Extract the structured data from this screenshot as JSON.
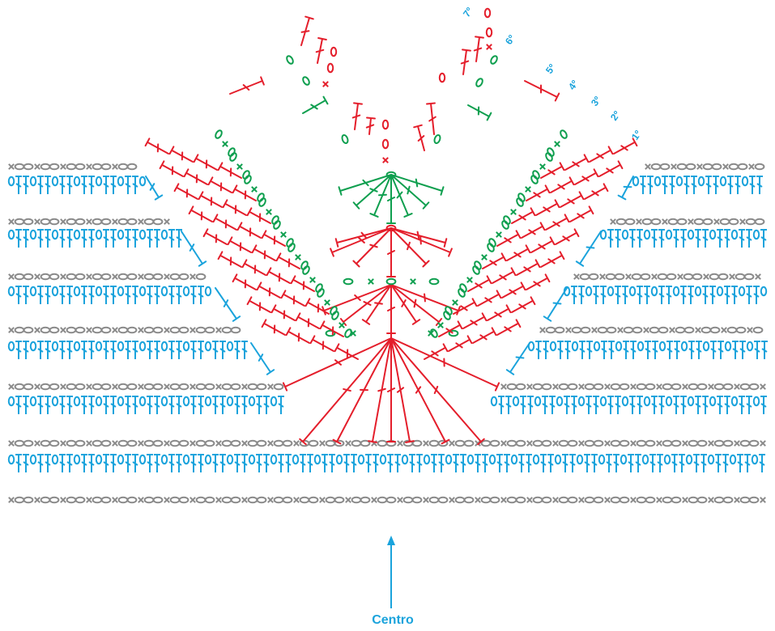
{
  "colors": {
    "blue": "#1aa3dc",
    "grey": "#8a8a8a",
    "red": "#e41e2b",
    "green": "#0f9f4f"
  },
  "row_labels": [
    "1º",
    "2º",
    "3º",
    "4º",
    "5º",
    "6º",
    "7º"
  ],
  "center_label": "Centro",
  "symbols": {
    "chain": "chain-stitch-symbol",
    "single_crochet": "single-crochet-symbol",
    "double_crochet": "double-crochet-symbol"
  }
}
